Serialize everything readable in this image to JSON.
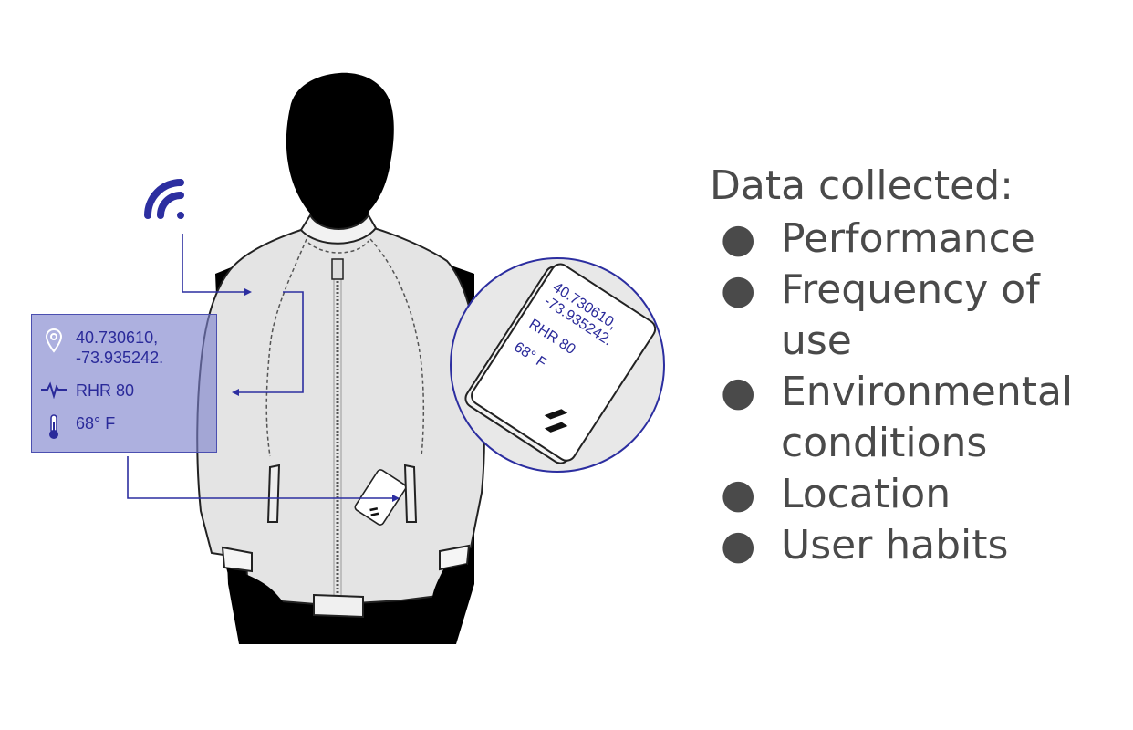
{
  "panel": {
    "location_line1": "40.730610,",
    "location_line2": "-73.935242.",
    "heart_rate": "RHR 80",
    "temperature": "68° F"
  },
  "device_card": {
    "line1": "40.730610,",
    "line2": "-73.935242.",
    "line3": "RHR 80",
    "line4": "68° F"
  },
  "side": {
    "title": "Data collected:",
    "bullet": "●",
    "items": [
      {
        "label": "Performance"
      },
      {
        "label": "Frequency of use"
      },
      {
        "label": "Environmental conditions"
      },
      {
        "label": "Location"
      },
      {
        "label": "User habits"
      }
    ]
  },
  "colors": {
    "accent": "#2c2ea0",
    "panel_fill": "#7b80cc",
    "jacket": "#e4e4e4",
    "silhouette": "#000000",
    "text": "#4a4a4a"
  },
  "icons": [
    "wifi-icon",
    "location-pin-icon",
    "heartbeat-icon",
    "thermometer-icon",
    "brand-logo-icon"
  ]
}
